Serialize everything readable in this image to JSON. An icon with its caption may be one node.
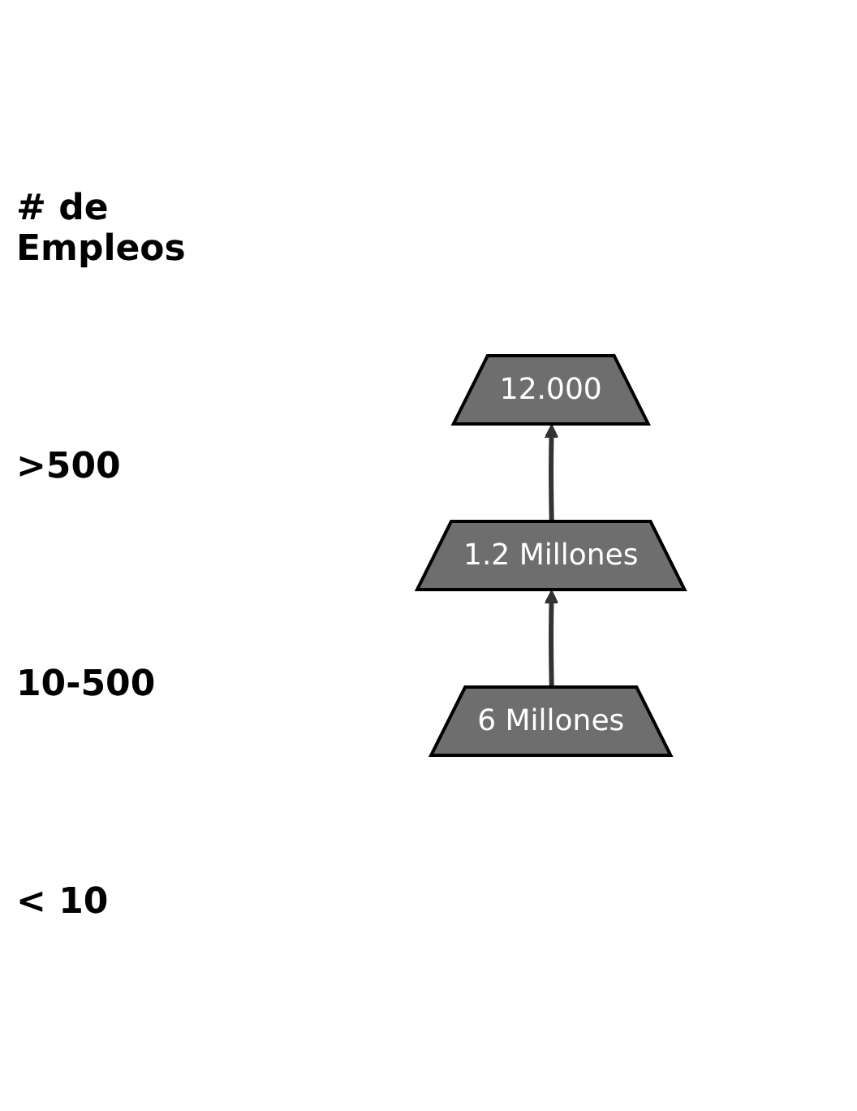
{
  "diagram": {
    "title": "# de Empleos",
    "nodes": [
      {
        "text": [
          "12.000"
        ]
      },
      {
        "text": [
          "1.2 Millones"
        ]
      },
      {
        "text": [
          "6 Millones"
        ]
      }
    ],
    "edges": [
      {
        "from": 1,
        "to": 0,
        "arrow": "to"
      },
      {
        "from": 2,
        "to": 1,
        "arrow": "to"
      }
    ],
    "labels": [
      ">500",
      "10-500",
      "< 10"
    ]
  }
}
